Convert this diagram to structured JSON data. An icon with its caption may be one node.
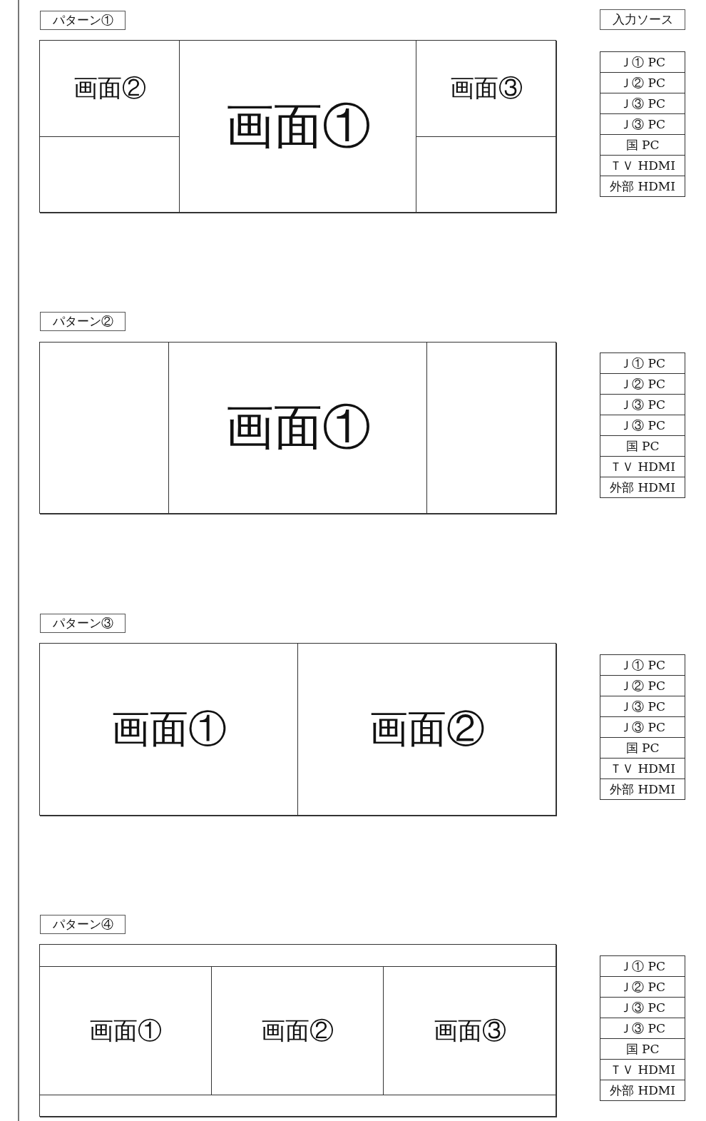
{
  "diagram": {
    "nodes": [
      {
        "text": [
          "パターン①"
        ]
      },
      {
        "text": [
          "入力ソース"
        ]
      },
      {
        "text": [],
        "shape": "box"
      },
      {
        "text": [
          "画面②"
        ],
        "in": 2
      },
      {
        "text": [],
        "shape": "box",
        "in": 2
      },
      {
        "text": [
          "画面①"
        ],
        "in": 2
      },
      {
        "text": [
          "画面③"
        ],
        "in": 2
      },
      {
        "text": [],
        "shape": "box",
        "in": 2
      },
      {
        "text": [
          "パターン②"
        ]
      },
      {
        "text": [],
        "shape": "box"
      },
      {
        "text": [],
        "shape": "box",
        "in": 9
      },
      {
        "text": [
          "画面①"
        ],
        "in": 9
      },
      {
        "text": [],
        "shape": "box",
        "in": 9
      },
      {
        "text": [
          "パターン③"
        ]
      },
      {
        "text": [],
        "shape": "box"
      },
      {
        "text": [
          "画面①"
        ],
        "in": 14
      },
      {
        "text": [
          "画面②"
        ],
        "in": 14
      },
      {
        "text": [
          "パターン④"
        ]
      },
      {
        "text": [],
        "shape": "box"
      },
      {
        "text": [],
        "shape": "box",
        "in": 18
      },
      {
        "text": [
          "画面①"
        ],
        "in": 18
      },
      {
        "text": [
          "画面②"
        ],
        "in": 18
      },
      {
        "text": [
          "画面③"
        ],
        "in": 18
      },
      {
        "text": [],
        "shape": "box",
        "in": 18
      }
    ],
    "labels": [
      "Ｊ① PC",
      "Ｊ② PC",
      "Ｊ③ PC",
      "Ｊ③ PC",
      "国 PC",
      "ＴＶ HDMI",
      "外部 HDMI",
      "Ｊ① PC",
      "Ｊ② PC",
      "Ｊ③ PC",
      "Ｊ③ PC",
      "国 PC",
      "ＴＶ HDMI",
      "外部 HDMI",
      "Ｊ① PC",
      "Ｊ② PC",
      "Ｊ③ PC",
      "Ｊ③ PC",
      "国 PC",
      "ＴＶ HDMI",
      "外部 HDMI",
      "Ｊ① PC",
      "Ｊ② PC",
      "Ｊ③ PC",
      "Ｊ③ PC",
      "国 PC",
      "ＴＶ HDMI",
      "外部 HDMI"
    ]
  }
}
